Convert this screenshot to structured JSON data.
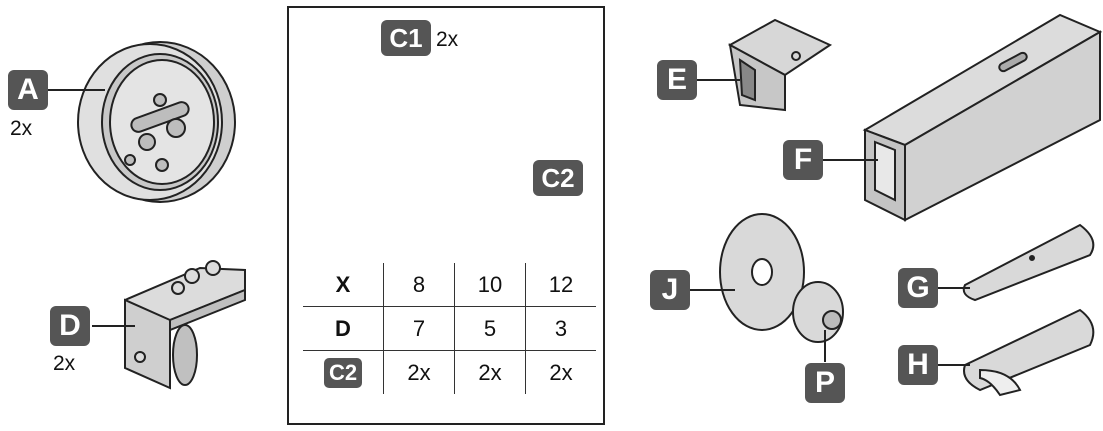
{
  "parts": {
    "A": {
      "label": "A",
      "qty": "2x"
    },
    "C1": {
      "label": "C1",
      "qty": "2x"
    },
    "C2": {
      "label": "C2"
    },
    "D": {
      "label": "D",
      "qty": "2x"
    },
    "E": {
      "label": "E"
    },
    "F": {
      "label": "F"
    },
    "G": {
      "label": "G"
    },
    "H": {
      "label": "H"
    },
    "J": {
      "label": "J"
    },
    "P": {
      "label": "P"
    }
  },
  "detail": {
    "dim_5": "5",
    "dim_D": "D",
    "dim_X": "X"
  },
  "table": {
    "rows": [
      {
        "label": "X",
        "values": [
          "8",
          "10",
          "12"
        ]
      },
      {
        "label": "D",
        "values": [
          "7",
          "5",
          "3"
        ]
      },
      {
        "label": "C2",
        "values": [
          "2x",
          "2x",
          "2x"
        ]
      }
    ]
  },
  "colors": {
    "badge": "#555555",
    "line": "#222222",
    "part_fill": "#d9d9d9"
  }
}
